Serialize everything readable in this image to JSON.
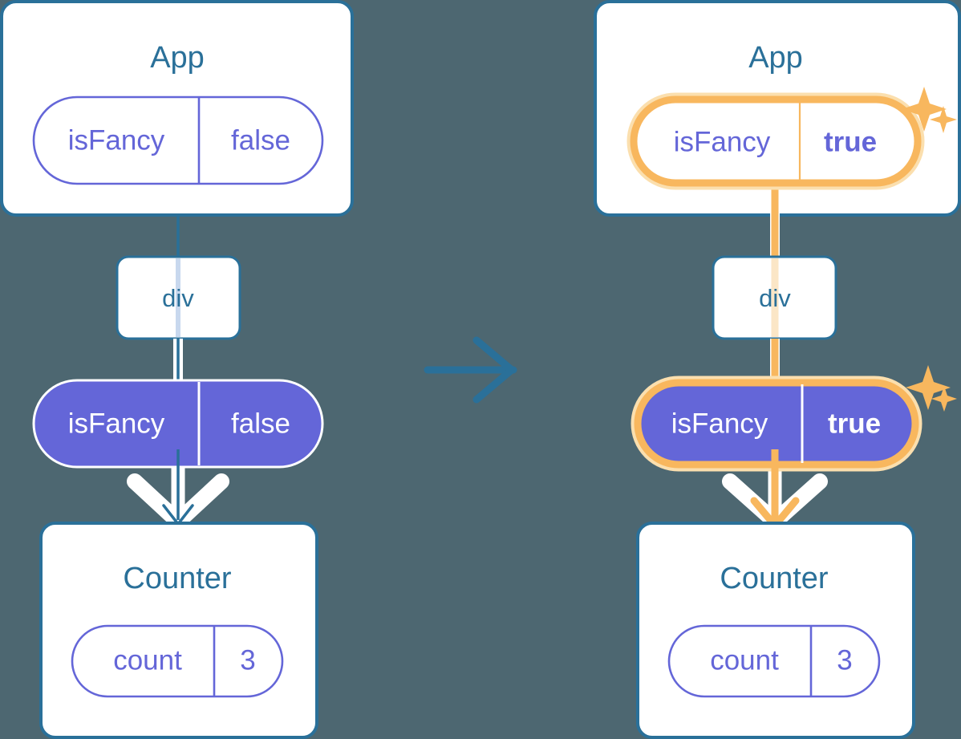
{
  "meta": {
    "background_color": "#4d6771",
    "accent_blue": "#2a7099",
    "accent_purple": "#6466d8",
    "accent_orange": "#f8b75e",
    "accent_orange_glow": "#fbdfae",
    "white": "#ffffff"
  },
  "panels": [
    {
      "id": "before",
      "app": {
        "title": "App",
        "state": {
          "name": "isFancy",
          "value": "false",
          "highlighted": false
        }
      },
      "dom_node": {
        "label": "div"
      },
      "prop_pill": {
        "name": "isFancy",
        "value": "false",
        "highlighted": false
      },
      "counter": {
        "title": "Counter",
        "state": {
          "name": "count",
          "value": "3"
        }
      }
    },
    {
      "id": "after",
      "app": {
        "title": "App",
        "state": {
          "name": "isFancy",
          "value": "true",
          "highlighted": true
        }
      },
      "dom_node": {
        "label": "div"
      },
      "prop_pill": {
        "name": "isFancy",
        "value": "true",
        "highlighted": true
      },
      "counter": {
        "title": "Counter",
        "state": {
          "name": "count",
          "value": "3"
        }
      }
    }
  ],
  "transition": {
    "icon": "arrow-right-icon"
  },
  "sparkles": [
    {
      "icon": "sparkle-icon",
      "near": "app-state-pill-after"
    },
    {
      "icon": "sparkle-icon",
      "near": "prop-pill-after"
    }
  ]
}
